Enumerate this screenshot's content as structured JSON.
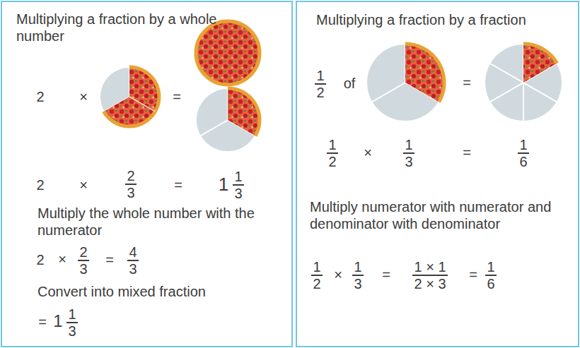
{
  "diagram": {
    "nodes": [
      {
        "text": [
          "Multiplying a fraction by a whole number",
          "Multiply the whole number with the numerator",
          "Convert into mixed fraction"
        ]
      },
      {
        "text": [
          "Multiplying a fraction by a fraction",
          "Multiply numerator with numerator and denominator with denominator"
        ]
      }
    ],
    "labels": [
      "2",
      "×",
      "=",
      "2",
      "×",
      "2",
      "3",
      "=",
      "1",
      "1",
      "3",
      "2",
      "×",
      "2",
      "3",
      "=",
      "4",
      "3",
      "=",
      "1",
      "1",
      "3",
      "1",
      "2",
      "of",
      "=",
      "1",
      "2",
      "×",
      "1",
      "3",
      "=",
      "1",
      "6",
      "1",
      "2",
      "×",
      "1",
      "3",
      "=",
      "1 × 1",
      "2 × 3",
      "=",
      "1",
      "6"
    ]
  }
}
